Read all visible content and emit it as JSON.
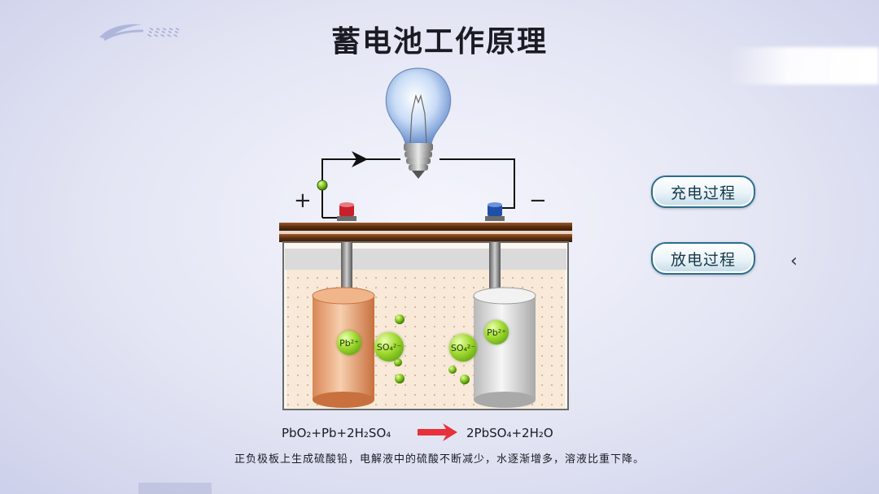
{
  "title": "蓄电池工作原理",
  "logo": {
    "brand": "ﾐﾐﾐﾐﾐ"
  },
  "buttons": {
    "charge": "充电过程",
    "discharge": "放电过程"
  },
  "terminals": {
    "positive": "+",
    "negative": "−"
  },
  "nav": {
    "chevron": "‹"
  },
  "ions": {
    "pb_left": "Pb²⁺",
    "so4_left": "SO₄²⁻",
    "so4_right": "SO₄²⁻",
    "pb_right": "Pb²⁺"
  },
  "equation": {
    "left": "PbO₂+Pb+2H₂SO₄",
    "right": "2PbSO₄+2H₂O"
  },
  "caption": "正负极板上生成硫酸铅，电解液中的硫酸不断减少，水逐渐增多，溶液比重下降。",
  "colors": {
    "positive_terminal": "#c8202a",
    "negative_terminal": "#1f4fa8",
    "ion": "#8fcf22",
    "reaction_arrow": "#e8303a",
    "lid": "#6e3a1a"
  }
}
